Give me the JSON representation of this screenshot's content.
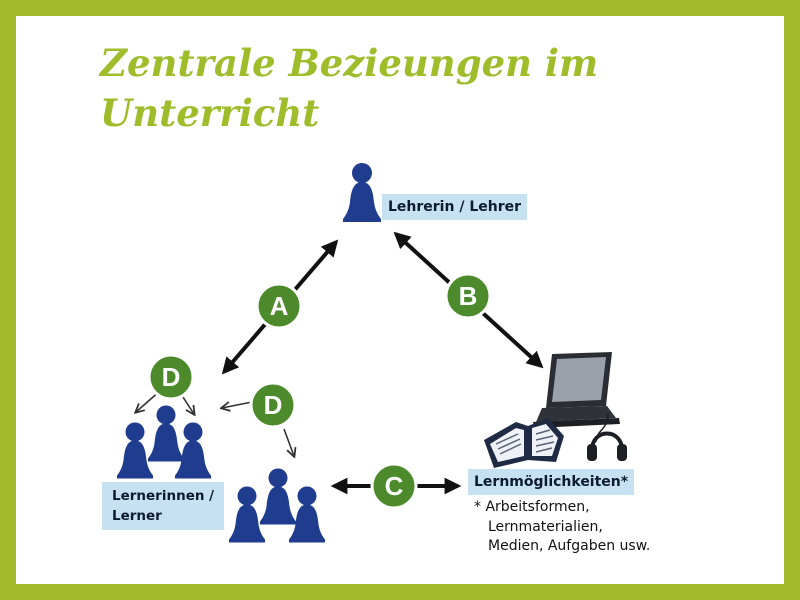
{
  "slide": {
    "title_line1": "Zentrale Bezieungen im",
    "title_line2": "Unterricht",
    "colors": {
      "frame": "#a3ba2a",
      "title": "#9fbd2b",
      "badge": "#4c8a2c",
      "figure": "#1f3c8f",
      "label_bg": "#c6e1f2"
    }
  },
  "diagram": {
    "teacher_label": "Lehrerin / Lehrer",
    "learners_label_line1": "Lernerinnen /",
    "learners_label_line2": "Lerner",
    "opportunities_label": "Lernmöglichkeiten*",
    "opportunities_note": [
      "* Arbeitsformen,",
      "Lernmaterialien,",
      "Medien, Aufgaben usw."
    ],
    "badges": {
      "a": "A",
      "b": "B",
      "c": "C",
      "d1": "D",
      "d2": "D"
    },
    "icons": [
      "person-icon",
      "laptop-icon",
      "book-icon",
      "headphones-icon"
    ]
  }
}
